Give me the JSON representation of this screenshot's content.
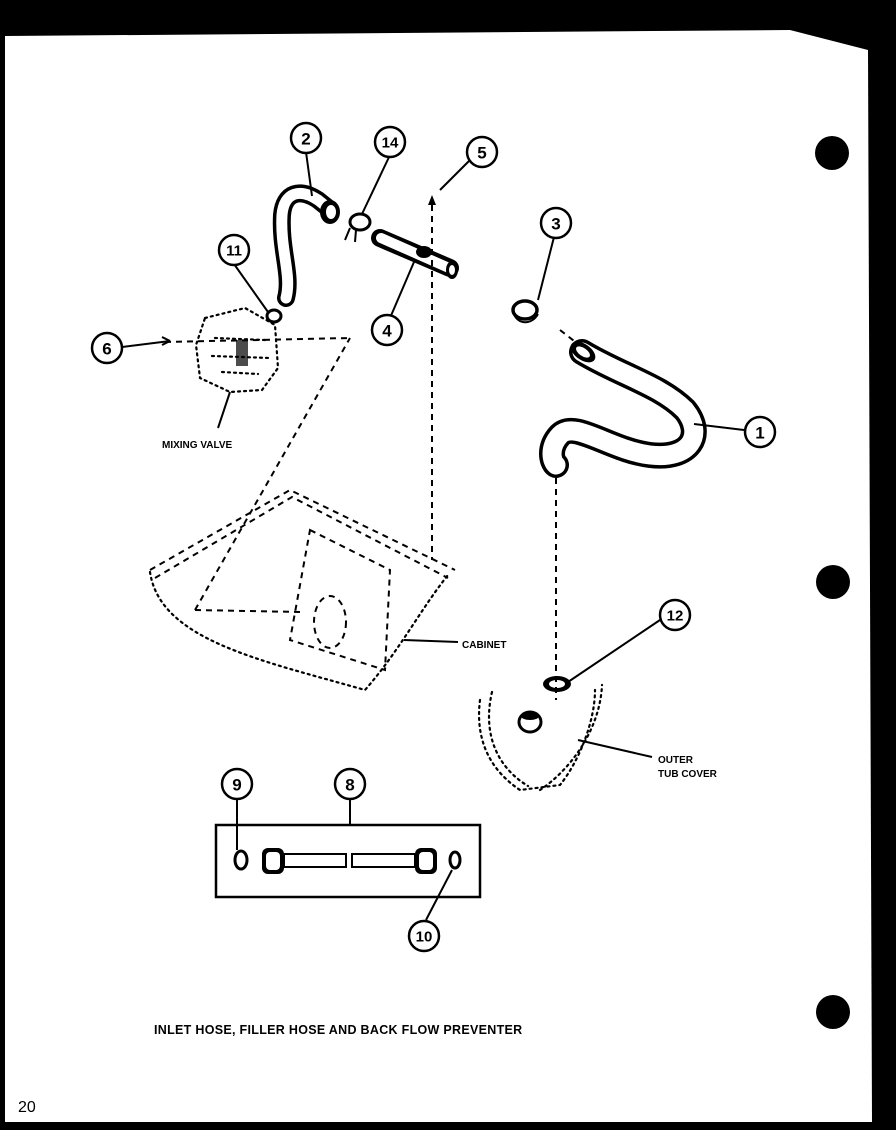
{
  "callouts": [
    "1",
    "2",
    "3",
    "4",
    "5",
    "6",
    "8",
    "9",
    "10",
    "11",
    "12",
    "14"
  ],
  "labels": {
    "mixing_valve": "MIXING VALVE",
    "cabinet": "CABINET",
    "outer_tub_cover_1": "OUTER",
    "outer_tub_cover_2": "TUB COVER"
  },
  "caption": "INLET HOSE, FILLER HOSE AND BACK FLOW PREVENTER",
  "page_number": "20",
  "colors": {
    "paper": "#ffffff",
    "ink": "#000000",
    "background": "#000000"
  }
}
